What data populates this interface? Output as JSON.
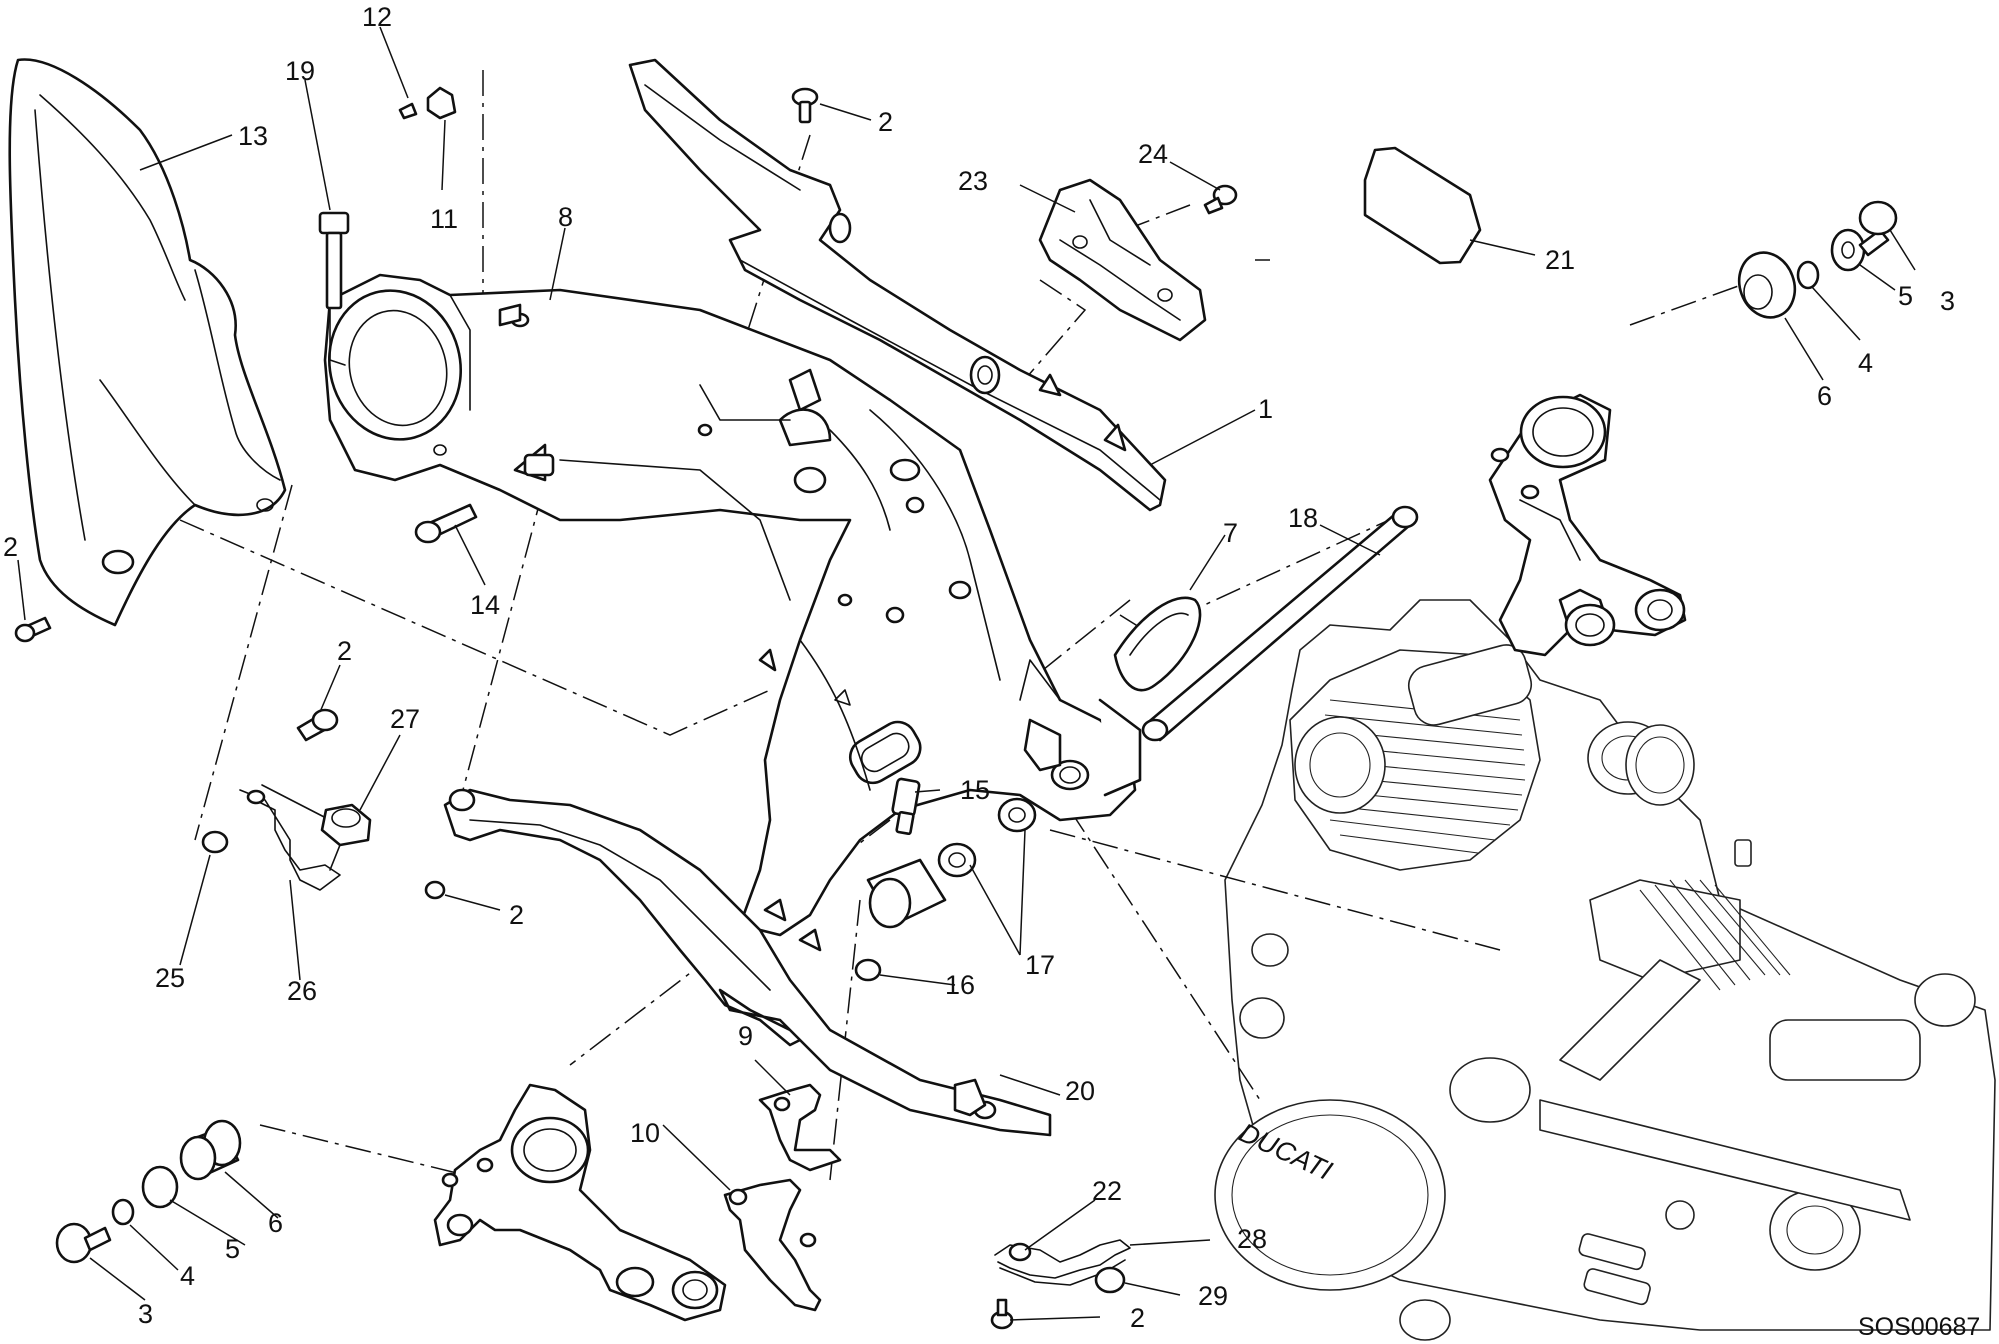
{
  "reference_code": "SOS00687",
  "callouts": {
    "c1": "1",
    "c2_a": "2",
    "c2_b": "2",
    "c2_c": "2",
    "c2_d": "2",
    "c2_e": "2",
    "c3_a": "3",
    "c3_b": "3",
    "c4_a": "4",
    "c4_b": "4",
    "c5_a": "5",
    "c5_b": "5",
    "c6_a": "6",
    "c6_b": "6",
    "c7": "7",
    "c8": "8",
    "c9": "9",
    "c10": "10",
    "c11": "11",
    "c12": "12",
    "c13": "13",
    "c14": "14",
    "c15": "15",
    "c16": "16",
    "c17": "17",
    "c18": "18",
    "c19": "19",
    "c20": "20",
    "c21": "21",
    "c22": "22",
    "c23": "23",
    "c24": "24",
    "c25": "25",
    "c26": "26",
    "c27": "27",
    "c28": "28",
    "c29": "29"
  },
  "engine_cover_text": "DUCATI"
}
